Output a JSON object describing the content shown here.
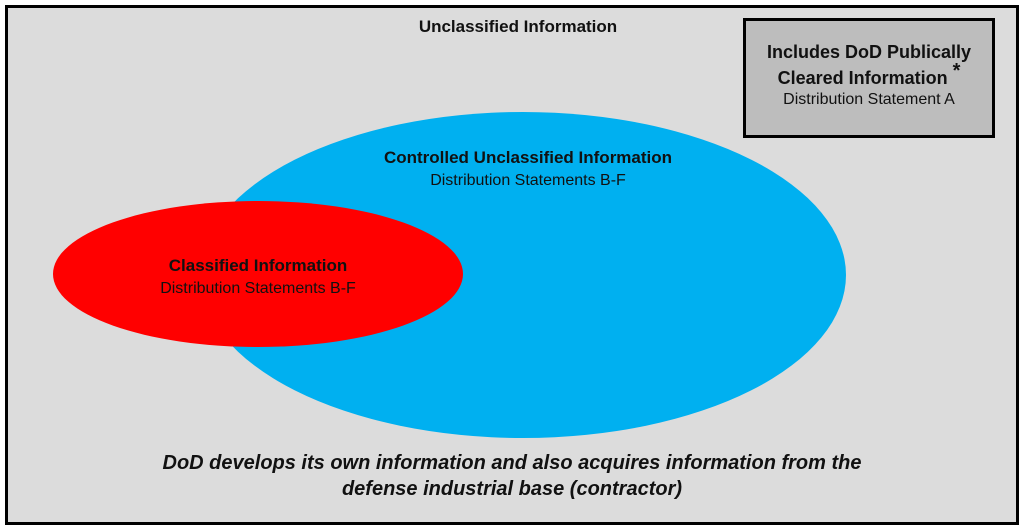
{
  "diagram": {
    "outer_label": "Unclassified Information",
    "public_box": {
      "title_line1": "Includes DoD Publically",
      "title_line2": "Cleared Information",
      "asterisk": "*",
      "subtitle": "Distribution Statement A"
    },
    "cui": {
      "title": "Controlled Unclassified Information",
      "subtitle": "Distribution Statements B-F"
    },
    "classified": {
      "title": "Classified Information",
      "subtitle": "Distribution Statements B-F"
    },
    "caption": "DoD develops its own information and also acquires information from the defense industrial base (contractor)"
  },
  "colors": {
    "background": "#dcdcdc",
    "public_box": "#bdbdbd",
    "cui_ellipse": "#00b0f0",
    "classified_ellipse": "#ff0000",
    "border": "#000000"
  }
}
